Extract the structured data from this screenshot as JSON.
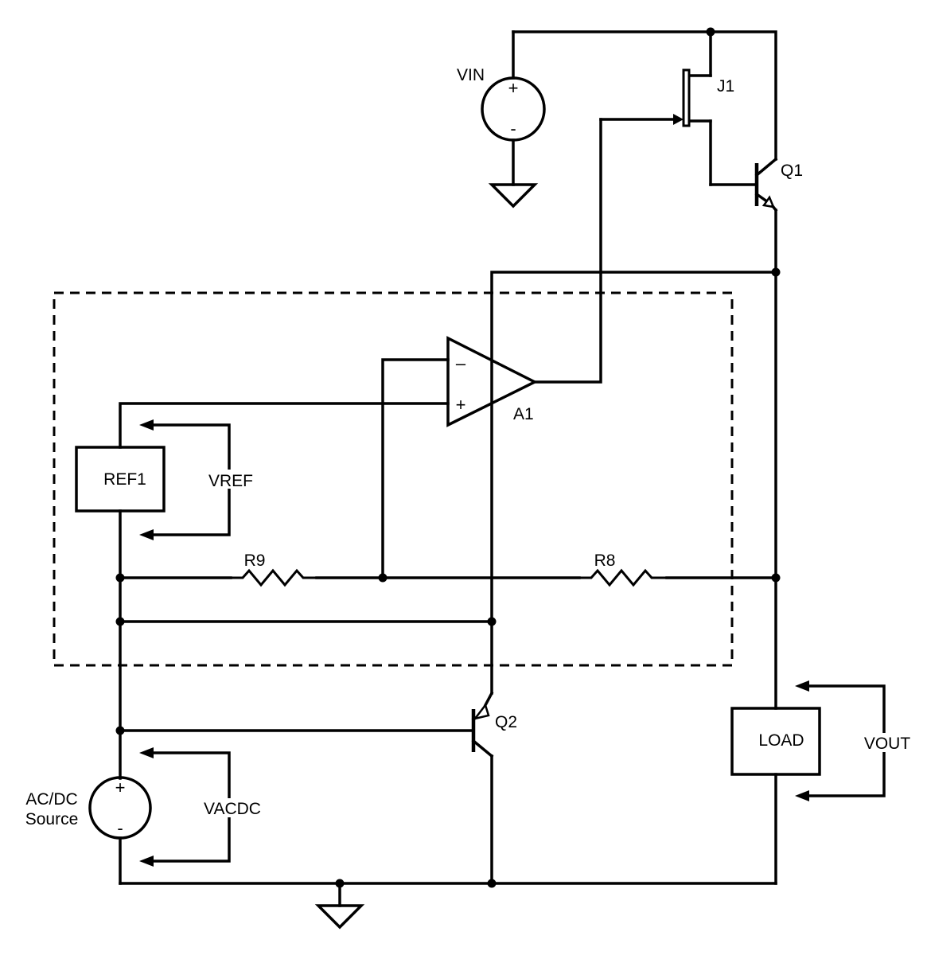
{
  "components": {
    "vin": {
      "label": "VIN",
      "plus": "+",
      "minus": "-"
    },
    "j1": {
      "label": "J1"
    },
    "q1": {
      "label": "Q1"
    },
    "a1": {
      "label": "A1",
      "minus": "–",
      "plus": "+"
    },
    "ref1": {
      "label": "REF1"
    },
    "vref": {
      "label": "VREF"
    },
    "r9": {
      "label": "R9"
    },
    "r8": {
      "label": "R8"
    },
    "q2": {
      "label": "Q2"
    },
    "source": {
      "label_line1": "AC/DC",
      "label_line2": "Source",
      "plus": "+",
      "minus": "-"
    },
    "vacdc": {
      "label": "VACDC"
    },
    "load": {
      "label": "LOAD"
    },
    "vout": {
      "label": "VOUT"
    }
  }
}
